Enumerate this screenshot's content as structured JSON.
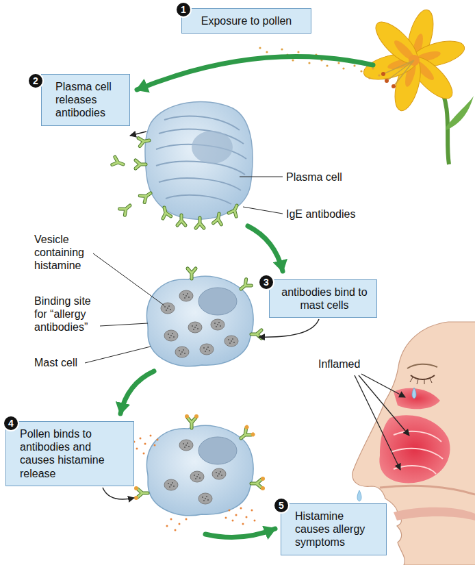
{
  "diagram": {
    "nodes": [
      {
        "text": [
          "Exposure to pollen"
        ]
      },
      {
        "text": [
          "Plasma cell releases antibodies"
        ]
      },
      {
        "text": [
          "antibodies bind to mast cells"
        ]
      },
      {
        "text": [
          "Pollen binds to antibodies and causes histamine release"
        ]
      },
      {
        "text": [
          "Histamine causes allergy symptoms"
        ]
      }
    ],
    "labels": [
      "1",
      "2",
      "Plasma cell",
      "IgE antibodies",
      "Vesicle containing histamine",
      "3",
      "Binding site for “allergy antibodies”",
      "Mast cell",
      "Inflamed",
      "4",
      "5"
    ]
  }
}
